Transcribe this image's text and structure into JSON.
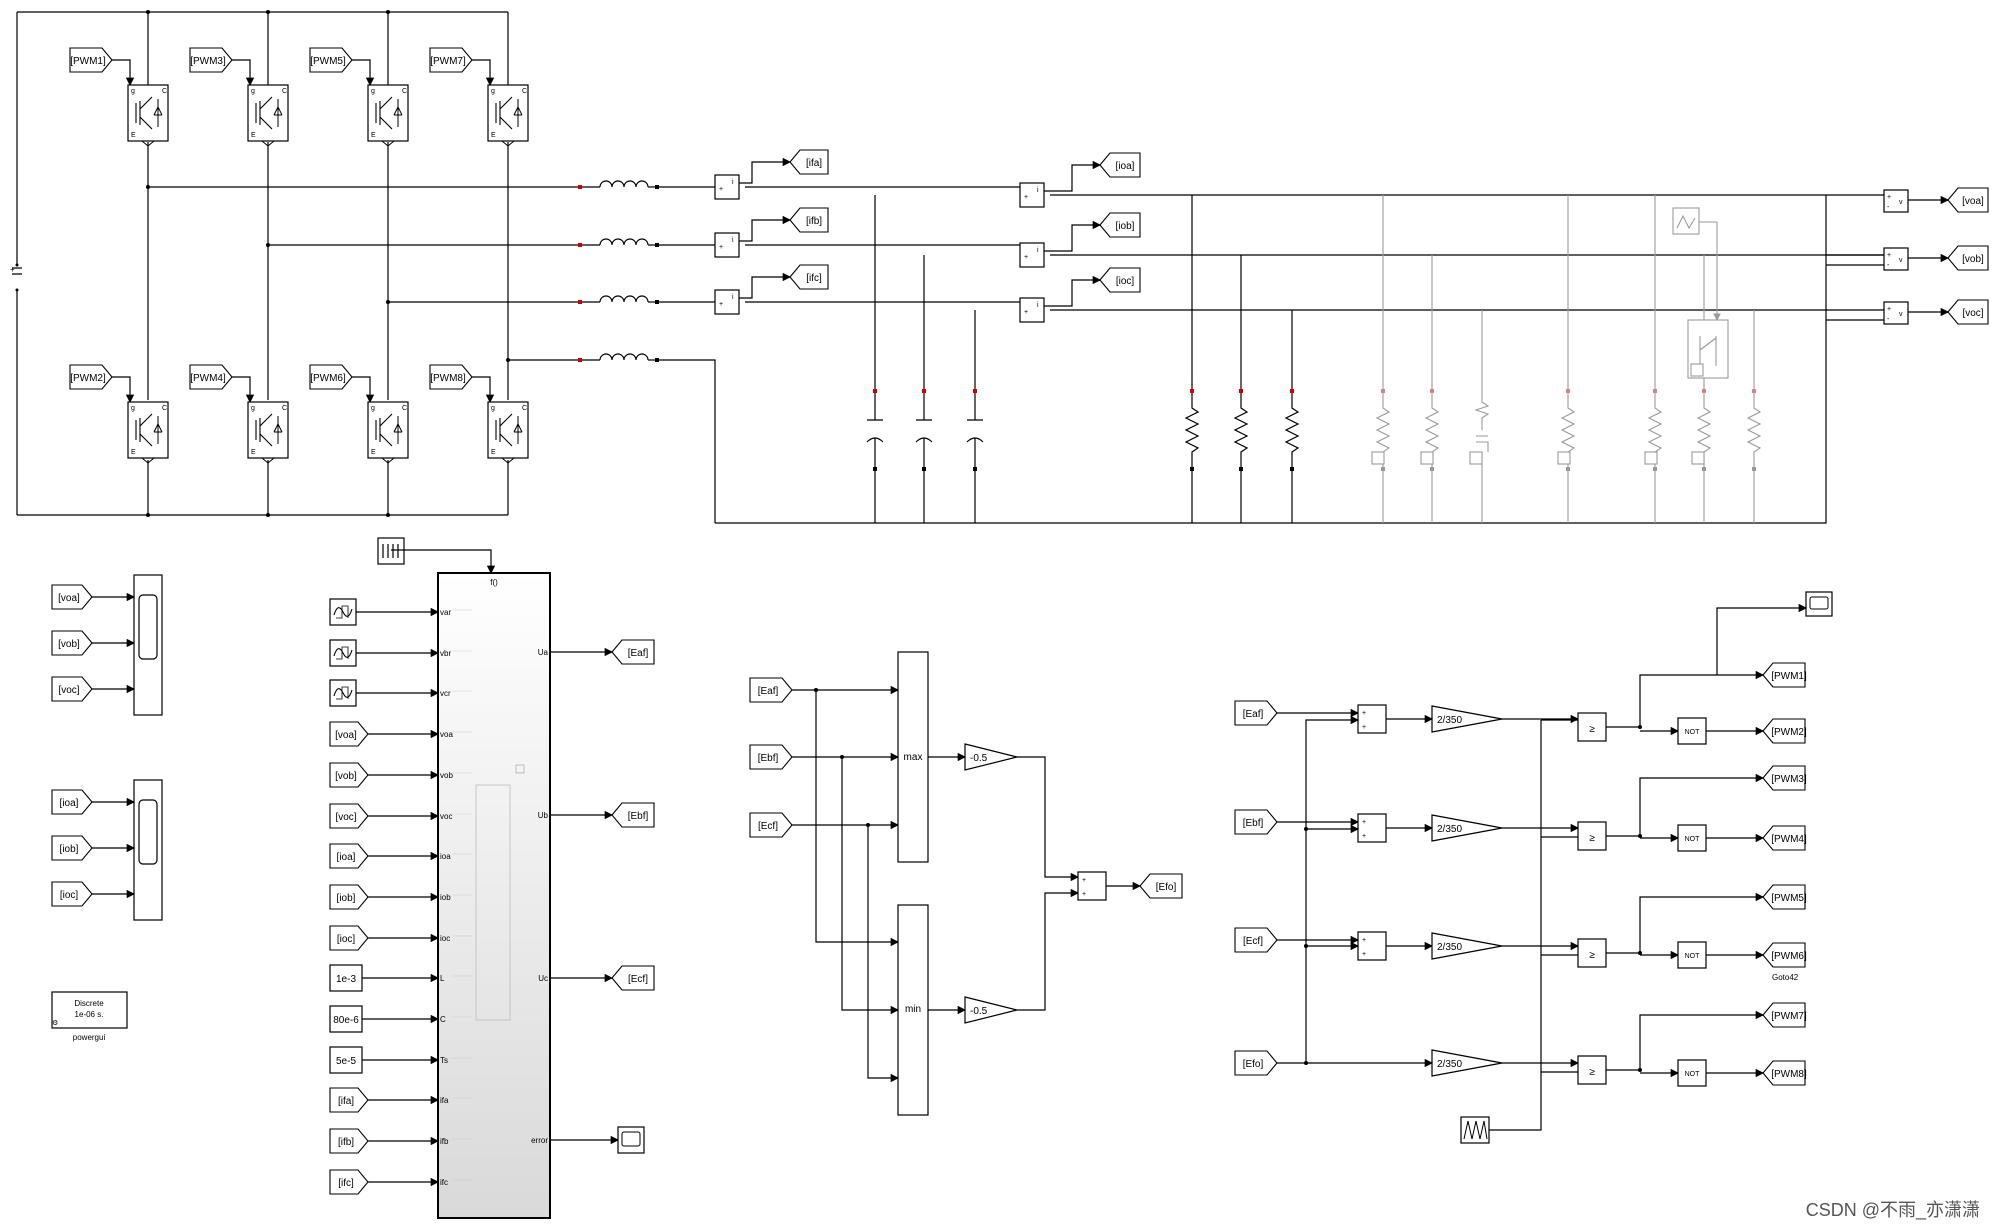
{
  "pwm_top": [
    "[PWM1]",
    "[PWM3]",
    "[PWM5]",
    "[PWM7]"
  ],
  "pwm_bottom": [
    "[PWM2]",
    "[PWM4]",
    "[PWM6]",
    "[PWM8]"
  ],
  "current_tags": [
    "[ifa]",
    "[ifb]",
    "[ifc]"
  ],
  "output_current_tags": [
    "[ioa]",
    "[iob]",
    "[ioc]"
  ],
  "voltage_tags": [
    "[voa]",
    "[vob]",
    "[voc]"
  ],
  "scope_voltage_inputs": [
    "[voa]",
    "[vob]",
    "[voc]"
  ],
  "scope_current_inputs": [
    "[ioa]",
    "[iob]",
    "[ioc]"
  ],
  "powergui": {
    "line1": "Discrete",
    "line2": "1e-06 s.",
    "name": "powergui"
  },
  "controller": {
    "header": "f()",
    "in_ports": [
      "var",
      "vbr",
      "vcr",
      "voa",
      "vob",
      "voc",
      "ioa",
      "iob",
      "ioc",
      "L",
      "C",
      "Ts",
      "ifa",
      "ifb",
      "ifc"
    ],
    "out_ports": [
      "Ua",
      "Ub",
      "Uc",
      "error"
    ],
    "in_sources": [
      "",
      "",
      "",
      "[voa]",
      "[vob]",
      "[voc]",
      "[ioa]",
      "[iob]",
      "[ioc]",
      "1e-3",
      "80e-6",
      "5e-5",
      "[ifa]",
      "[ifb]",
      "[ifc]"
    ],
    "out_tags": [
      "[Eaf]",
      "[Ebf]",
      "[Ecf]"
    ]
  },
  "zero_seq": {
    "inputs": [
      "[Eaf]",
      "[Ebf]",
      "[Ecf]"
    ],
    "max_label": "max",
    "min_label": "min",
    "gain_max": "-0.5",
    "gain_min": "-0.5",
    "output": "[Efo]"
  },
  "pwm_gen": {
    "inputs": [
      "[Eaf]",
      "[Ebf]",
      "[Ecf]",
      "[Efo]"
    ],
    "gains": [
      "2/350",
      "2/350",
      "2/350",
      "2/350"
    ],
    "relop": "≥",
    "not_label": "NOT",
    "out_pos": [
      "[PWM1]",
      "[PWM3]",
      "[PWM5]",
      "[PWM7]"
    ],
    "out_neg": [
      "[PWM2]",
      "[PWM4]",
      "[PWM6]",
      "[PWM8]"
    ],
    "goto_caption": "Goto42"
  },
  "watermark": "CSDN @不雨_亦潇潇",
  "colors": {
    "wire": "#000000",
    "disabled": "#9a9a9a",
    "caption_blue": "#1e88e5",
    "gui_text": "#0000cc"
  }
}
